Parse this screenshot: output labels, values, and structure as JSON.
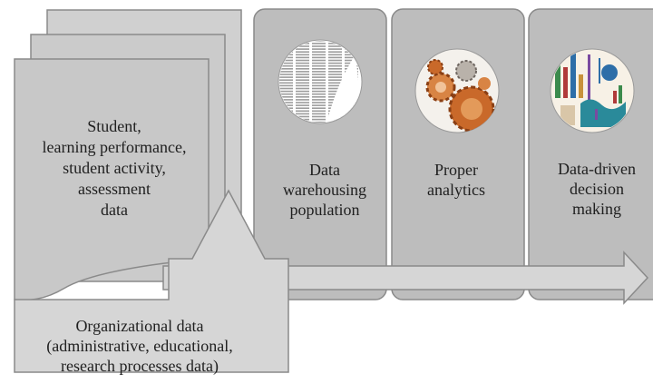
{
  "student_data": {
    "text": "Student,\nlearning performance,\nstudent activity,\nassessment\ndata"
  },
  "organizational_data": {
    "text": "Organizational data\n(administrative, educational,\nresearch processes data)"
  },
  "stages": [
    {
      "label": "Data\nwarehousing\npopulation",
      "icon": "data-table-icon"
    },
    {
      "label": "Proper\nanalytics",
      "icon": "gears-icon"
    },
    {
      "label": "Data-driven\ndecision\nmaking",
      "icon": "charts-icon"
    }
  ],
  "colors": {
    "panel_fill": "#bdbdbd",
    "panel_stroke": "#8a8a8a",
    "document_fill": "#c8c8c8",
    "arrow_fill": "#d6d6d6",
    "gear_orange": "#c9692a"
  }
}
